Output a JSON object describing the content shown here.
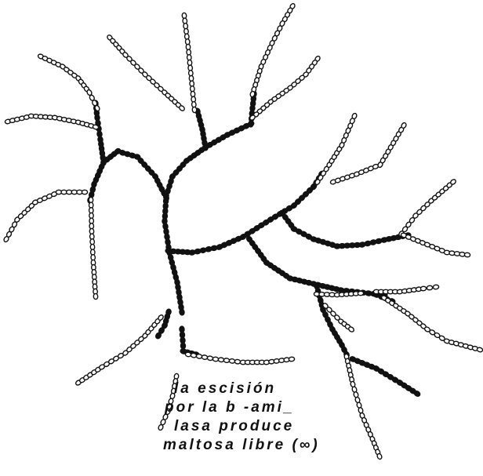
{
  "caption": {
    "lines": [
      "la escisión",
      "por la b -ami_",
      "lasa produce",
      "maltosa libre (∞)"
    ]
  },
  "colors": {
    "ink": "#111111",
    "paper": "#ffffff"
  }
}
